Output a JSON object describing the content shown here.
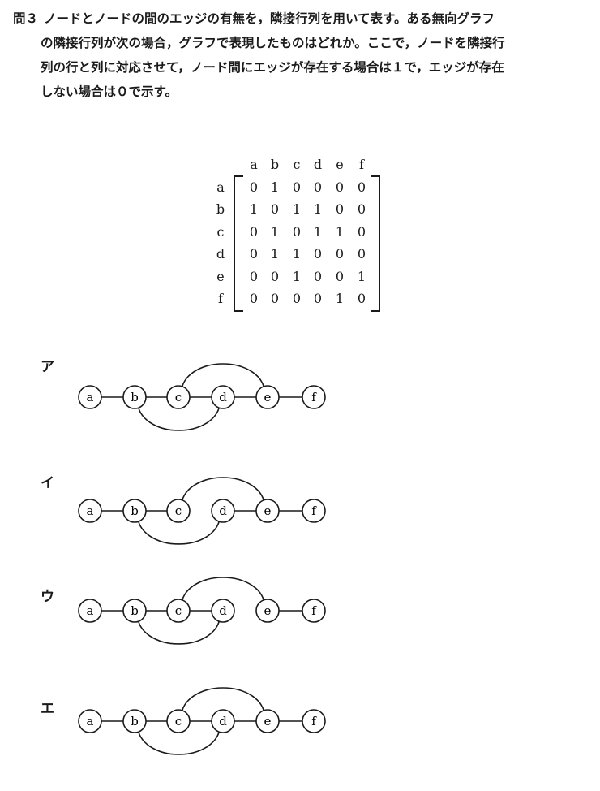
{
  "question": {
    "number": "問３",
    "lines": [
      "ノードとノードの間のエッジの有無を，隣接行列を用いて表す。ある無向グラフ",
      "の隣接行列が次の場合，グラフで表現したものはどれか。ここで，ノードを隣接行",
      "列の行と列に対応させて，ノード間にエッジが存在する場合は１で，エッジが存在",
      "しない場合は０で示す。"
    ]
  },
  "matrix": {
    "labels": [
      "a",
      "b",
      "c",
      "d",
      "e",
      "f"
    ],
    "rows": [
      [
        0,
        1,
        0,
        0,
        0,
        0
      ],
      [
        1,
        0,
        1,
        1,
        0,
        0
      ],
      [
        0,
        1,
        0,
        1,
        1,
        0
      ],
      [
        0,
        1,
        1,
        0,
        0,
        0
      ],
      [
        0,
        0,
        1,
        0,
        0,
        1
      ],
      [
        0,
        0,
        0,
        0,
        1,
        0
      ]
    ]
  },
  "nodes": [
    "a",
    "b",
    "c",
    "d",
    "e",
    "f"
  ],
  "options": [
    {
      "label": "ア",
      "line_edges": [
        [
          "a",
          "b"
        ],
        [
          "b",
          "c"
        ],
        [
          "c",
          "d"
        ],
        [
          "d",
          "e"
        ],
        [
          "e",
          "f"
        ]
      ],
      "arcs_over": [
        [
          "c",
          "e"
        ]
      ],
      "arcs_under": [
        [
          "b",
          "d"
        ]
      ]
    },
    {
      "label": "イ",
      "line_edges": [
        [
          "a",
          "b"
        ],
        [
          "b",
          "c"
        ],
        [
          "d",
          "e"
        ],
        [
          "e",
          "f"
        ]
      ],
      "arcs_over": [
        [
          "c",
          "e"
        ]
      ],
      "arcs_under": [
        [
          "b",
          "d"
        ]
      ]
    },
    {
      "label": "ウ",
      "line_edges": [
        [
          "a",
          "b"
        ],
        [
          "b",
          "c"
        ],
        [
          "c",
          "d"
        ],
        [
          "e",
          "f"
        ]
      ],
      "arcs_over": [
        [
          "c",
          "e"
        ]
      ],
      "arcs_under": [
        [
          "b",
          "d"
        ]
      ]
    },
    {
      "label": "エ",
      "line_edges": [
        [
          "a",
          "b"
        ],
        [
          "b",
          "c"
        ],
        [
          "c",
          "d"
        ],
        [
          "d",
          "e"
        ],
        [
          "e",
          "f"
        ]
      ],
      "arcs_over": [
        [
          "c",
          "e"
        ]
      ],
      "arcs_under": [
        [
          "b",
          "d"
        ]
      ]
    }
  ]
}
